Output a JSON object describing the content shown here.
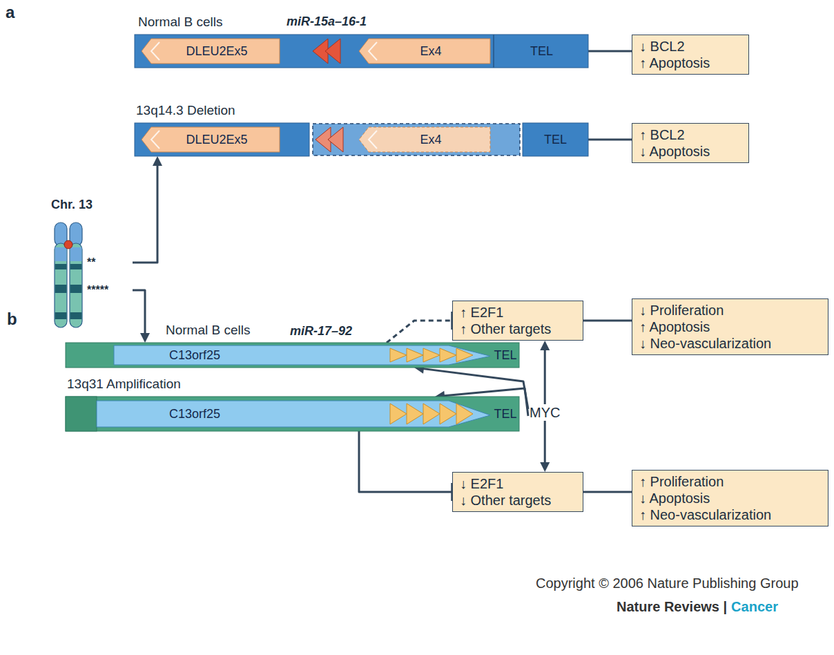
{
  "diagram": {
    "nodes": [
      {
        "text": [
          "Normal B cells"
        ]
      },
      {
        "text": [
          "DLEU2Ex5"
        ],
        "in": 0
      },
      {
        "text": [
          "Ex4"
        ],
        "in": 0
      },
      {
        "text": [
          "TEL"
        ],
        "in": 0
      },
      {
        "text": [
          "↓ BCL2",
          "↑ Apoptosis"
        ]
      },
      {
        "text": [
          "13q14.3 Deletion"
        ]
      },
      {
        "text": [
          "DLEU2Ex5"
        ],
        "in": 5
      },
      {
        "text": [
          "Ex4"
        ],
        "in": 5
      },
      {
        "text": [
          "TEL"
        ],
        "in": 5
      },
      {
        "text": [
          "↑ BCL2",
          "↓ Apoptosis"
        ]
      },
      {
        "text": [
          "Chr. 13"
        ]
      },
      {
        "text": [
          "Normal B cells"
        ]
      },
      {
        "text": [
          "C13orf25"
        ],
        "in": 11
      },
      {
        "text": [
          "TEL"
        ],
        "in": 11
      },
      {
        "text": [
          "↑ E2F1",
          "↑ Other targets"
        ]
      },
      {
        "text": [
          "↓ Proliferation",
          "↑ Apoptosis",
          "↓ Neo-vascularization"
        ]
      },
      {
        "text": [
          "13q31 Amplification"
        ]
      },
      {
        "text": [
          "C13orf25"
        ],
        "in": 16
      },
      {
        "text": [
          "TEL"
        ],
        "in": 16
      },
      {
        "text": [
          "↓ E2F1",
          "↓ Other targets"
        ]
      },
      {
        "text": [
          "↑ Proliferation",
          "↓ Apoptosis",
          "↑ Neo-vascularization"
        ]
      },
      {
        "text": [
          "MYC"
        ]
      }
    ],
    "edges": [
      {
        "from": 0,
        "to": 4,
        "arrow": "none"
      },
      {
        "from": 5,
        "to": 9,
        "arrow": "none"
      },
      {
        "from": 10,
        "to": 5,
        "arrow": "to"
      },
      {
        "from": 10,
        "to": 11,
        "arrow": "to"
      },
      {
        "from": 11,
        "to": 14,
        "arrow": "to"
      },
      {
        "from": 14,
        "to": 15,
        "arrow": "none"
      },
      {
        "from": 16,
        "to": 19,
        "arrow": "to"
      },
      {
        "from": 19,
        "to": 20,
        "arrow": "none"
      },
      {
        "from": 21,
        "to": 11,
        "arrow": "to"
      },
      {
        "from": 21,
        "to": 16,
        "arrow": "to"
      },
      {
        "from": 21,
        "to": 14,
        "arrow": "to"
      },
      {
        "from": 21,
        "to": 19,
        "arrow": "to"
      }
    ],
    "labels": [
      "a",
      "miR-15a–16-1",
      "**",
      "*****",
      "b",
      "miR-17–92",
      "Copyright © 2006 Nature Publishing Group",
      "Nature Reviews |",
      "Cancer"
    ]
  }
}
